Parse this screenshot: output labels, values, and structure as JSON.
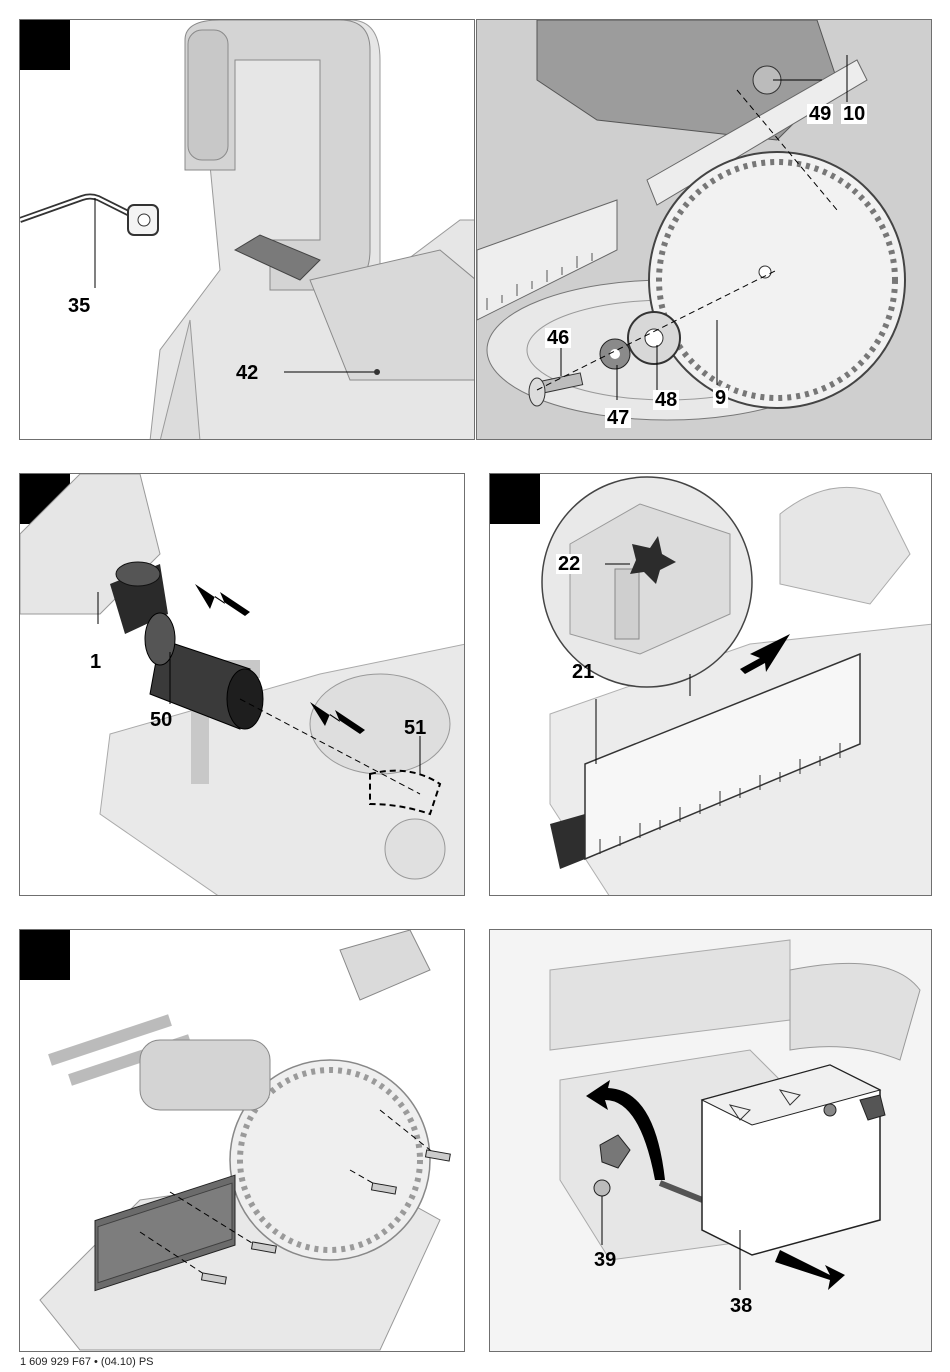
{
  "panels": [
    {
      "id": "p1",
      "callouts": [
        "35",
        "42"
      ]
    },
    {
      "id": "p2",
      "callouts": [
        "46",
        "47",
        "48",
        "9",
        "49",
        "10"
      ]
    },
    {
      "id": "p3",
      "callouts": [
        "1",
        "50",
        "51"
      ]
    },
    {
      "id": "p4",
      "callouts": [
        "22",
        "21"
      ]
    },
    {
      "id": "p5",
      "callouts": []
    },
    {
      "id": "p6",
      "callouts": [
        "39",
        "38"
      ]
    }
  ],
  "labels": {
    "c35": "35",
    "c42": "42",
    "c46": "46",
    "c47": "47",
    "c48": "48",
    "c9": "9",
    "c49": "49",
    "c10": "10",
    "c1": "1",
    "c50": "50",
    "c51": "51",
    "c22": "22",
    "c21": "21",
    "c39": "39",
    "c38": "38"
  },
  "footer": "1 609 929 F67 • (04.10) PS"
}
